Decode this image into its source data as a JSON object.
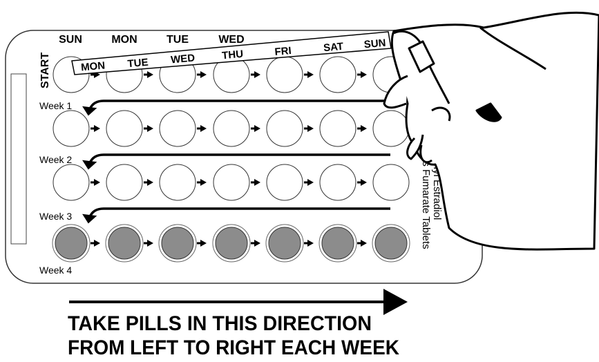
{
  "pack": {
    "start_label": "START",
    "header_days": [
      "SUN",
      "MON",
      "TUE",
      "WED"
    ],
    "sticker_days": [
      "MON",
      "TUE",
      "WED",
      "THU",
      "FRI",
      "SAT",
      "SUN"
    ],
    "week_labels": [
      "Week 1",
      "Week 2",
      "Week 3",
      "Week 4"
    ],
    "side_text": [
      "hinyl Estradiol",
      "ds Fumarate Tablets"
    ],
    "rows": 4,
    "pills_per_row": 7,
    "active_color": "#ffffff",
    "inactive_color": "#8c8c8c"
  },
  "instruction": {
    "line1": "TAKE PILLS IN THIS DIRECTION",
    "line2": "FROM LEFT TO RIGHT EACH WEEK"
  }
}
